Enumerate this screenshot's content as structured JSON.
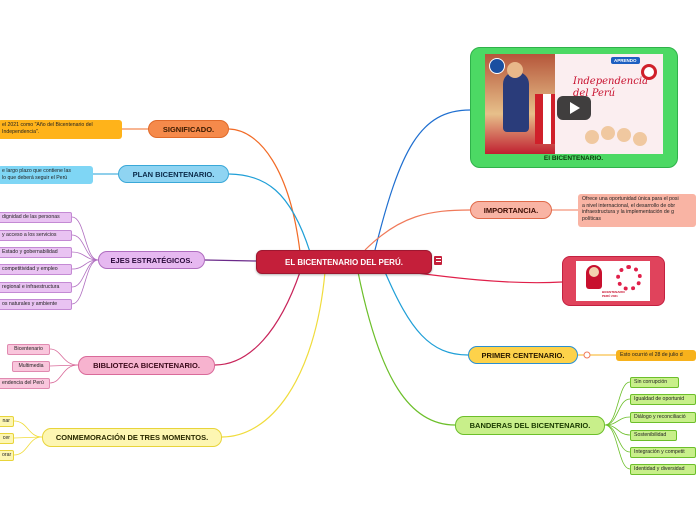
{
  "central": {
    "title": "EL BICENTENARIO DEL PERÚ."
  },
  "branches": {
    "significado": {
      "label": "SIGNIFICADO.",
      "note": "el 2021 como \"Año del Bicentenario del\nIndependencia\"."
    },
    "plan": {
      "label": "PLAN BICENTENARIO.",
      "note": "e largo plazo que contiene las\nlo que deberá seguir el Perú"
    },
    "ejes": {
      "label": "EJES ESTRATÉGICOS.",
      "items": [
        "dignidad de las personas",
        "y acceso a los servicios",
        "Estado y gobernabilidad",
        "competitividad y empleo",
        "regional e infraestructura",
        "os naturales y ambiente"
      ]
    },
    "biblioteca": {
      "label": "BIBLIOTECA BICENTENARIO.",
      "items": [
        "Bicentenario",
        "Multimedia",
        "endencia del Perú"
      ]
    },
    "conmemoracion": {
      "label": "CONMEMORACIÓN DE TRES MOMENTOS.",
      "items": [
        "nar",
        "cer",
        "orar"
      ]
    },
    "video": {
      "caption": "El BICENTENARIO.",
      "thumb_text": "Independencia del Perú",
      "badge": "APRENDO"
    },
    "importancia": {
      "label": "IMPORTANCIA.",
      "note": "Ofrece una oportunidad única para el posi\na nivel internacional, el desarrollo de obr\ninfraestructura y la implementación de g\npolíticas"
    },
    "logo_card": {
      "logo_text": "BICENTENARIO\nPERÚ 2021"
    },
    "primer_centenario": {
      "label": "PRIMER CENTENARIO.",
      "note": "Esto ocurrió el 28 de julio d"
    },
    "banderas": {
      "label": "BANDERAS DEL BICENTENARIO.",
      "items": [
        "Sin corrupción",
        "Igualdad de oportunid",
        "Diálogo y reconciliació",
        "Sostenibilidad",
        "Integración y competit",
        "Identidad y diversidad"
      ]
    }
  },
  "colors": {
    "central": "#c41f3a",
    "significado": "#f26b26",
    "plan": "#1f9fd7",
    "ejes": "#6b2a8a",
    "biblioteca": "#c8245a",
    "conmemoracion": "#f0dc3c",
    "video": "#1f9fd7",
    "importancia": "#f07a5a",
    "primer": "#f7b21c",
    "banderas": "#6cbf2a"
  }
}
